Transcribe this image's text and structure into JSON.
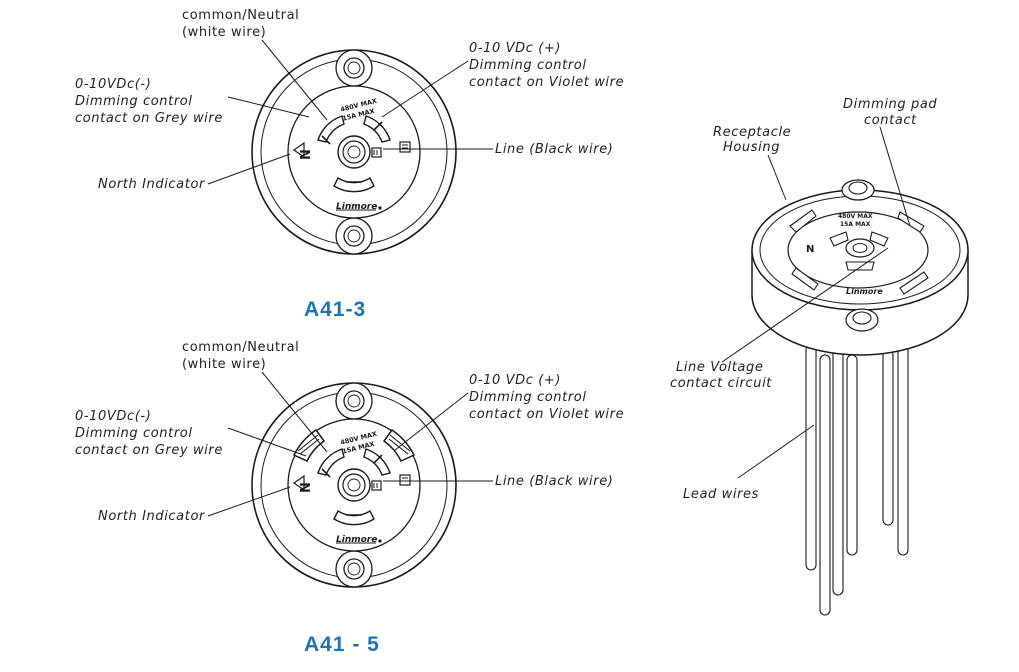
{
  "colors": {
    "model_label": "#1a75b4",
    "line": "#1a1a1a",
    "text": "#222222"
  },
  "top_view_1": {
    "model": "A41-3",
    "labels": {
      "neutral_1": "common/Neutral",
      "neutral_2": "(white wire)",
      "dim_pos_1": "0-10 VDc (+)",
      "dim_pos_2": "Dimming control",
      "dim_pos_3": "contact on Violet wire",
      "dim_neg_1": "0-10VDc(-)",
      "dim_neg_2": "Dimming control",
      "dim_neg_3": "contact on Grey wire",
      "line": "Line (Black wire)",
      "north": "North Indicator"
    },
    "face": {
      "rating_1": "480V MAX",
      "rating_2": "15A MAX",
      "n_mark": "N",
      "logo": "Linmore"
    }
  },
  "top_view_2": {
    "model": "A41 - 5",
    "labels": {
      "neutral_1": "common/Neutral",
      "neutral_2": "(white wire)",
      "dim_pos_1": "0-10 VDc (+)",
      "dim_pos_2": "Dimming control",
      "dim_pos_3": "contact on Violet wire",
      "dim_neg_1": "0-10VDc(-)",
      "dim_neg_2": "Dimming control",
      "dim_neg_3": "contact on Grey wire",
      "line": "Line (Black wire)",
      "north": "North Indicator"
    },
    "face": {
      "rating_1": "480V MAX",
      "rating_2": "15A MAX",
      "n_mark": "N",
      "logo": "Linmore"
    }
  },
  "iso_view": {
    "labels": {
      "housing_1": "Receptacle",
      "housing_2": "Housing",
      "dim_pad_1": "Dimming pad",
      "dim_pad_2": "contact",
      "line_v_1": "Line Voltage",
      "line_v_2": "contact circuit",
      "leads": "Lead wires"
    },
    "face": {
      "rating_1": "480V MAX",
      "rating_2": "15A MAX",
      "n_mark": "N",
      "logo": "Linmore"
    }
  }
}
